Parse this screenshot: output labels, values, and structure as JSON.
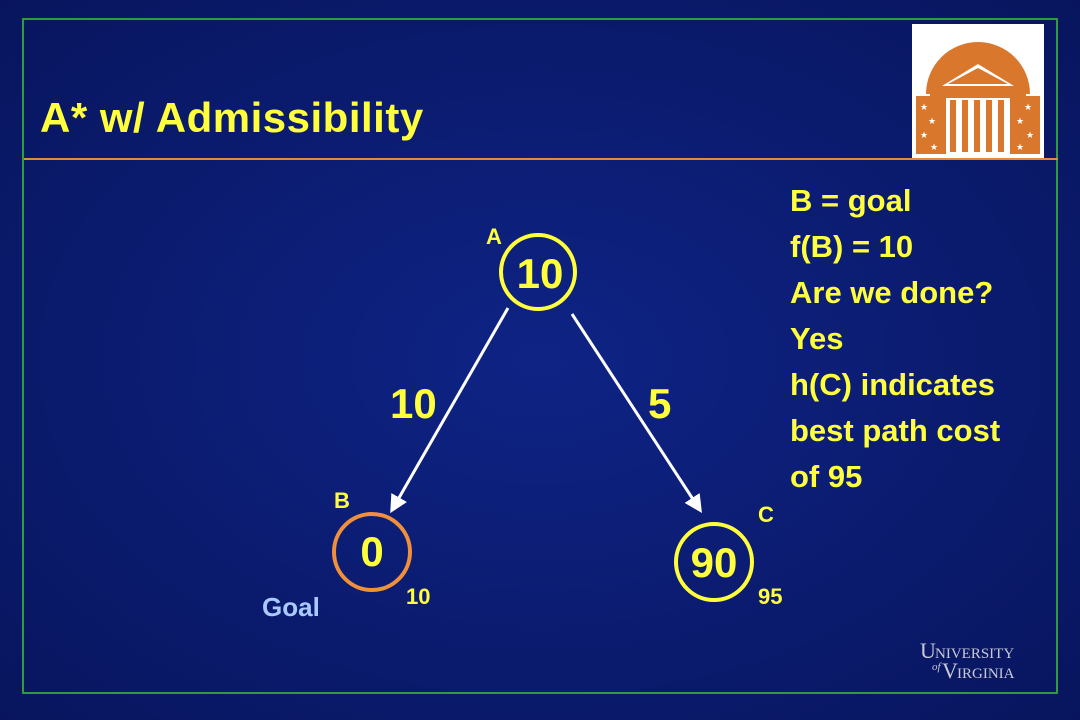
{
  "title": "A* w/ Admissibility",
  "colors": {
    "text_accent": "#ffff3c",
    "goal_node": "#f0903a",
    "node": "#ffff3c",
    "edge": "#ffffff",
    "goal_label": "#a9c9ff"
  },
  "nodes": {
    "a": {
      "label": "A",
      "value": "10"
    },
    "b": {
      "label": "B",
      "value": "0",
      "f": "10",
      "tag": "Goal"
    },
    "c": {
      "label": "C",
      "value": "90",
      "f": "95"
    }
  },
  "edges": {
    "ab": {
      "cost": "10"
    },
    "ac": {
      "cost": "5"
    }
  },
  "notes": [
    "B = goal",
    "f(B) = 10",
    "Are we done?",
    "Yes",
    "h(C) indicates",
    "best path cost",
    "of 95"
  ],
  "footer": {
    "logo_icon": "uva-rotunda-logo",
    "wordmark": "University of Virginia"
  }
}
